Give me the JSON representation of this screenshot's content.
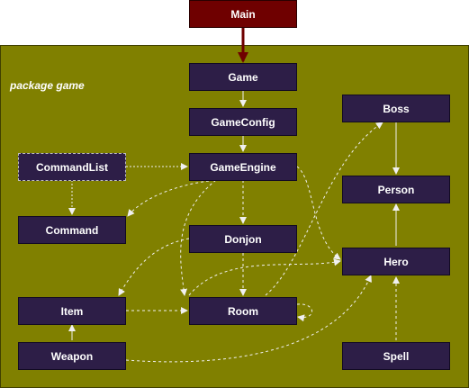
{
  "diagram": {
    "package_label": "package game",
    "nodes": {
      "main": "Main",
      "game": "Game",
      "gameconfig": "GameConfig",
      "gameengine": "GameEngine",
      "commandlist": "CommandList",
      "command": "Command",
      "donjon": "Donjon",
      "room": "Room",
      "item": "Item",
      "weapon": "Weapon",
      "boss": "Boss",
      "person": "Person",
      "hero": "Hero",
      "spell": "Spell"
    }
  },
  "colors": {
    "package_fill": "#808000",
    "node_fill": "#2d1e47",
    "main_fill": "#6f0000",
    "edge": "#f0f0f0"
  }
}
